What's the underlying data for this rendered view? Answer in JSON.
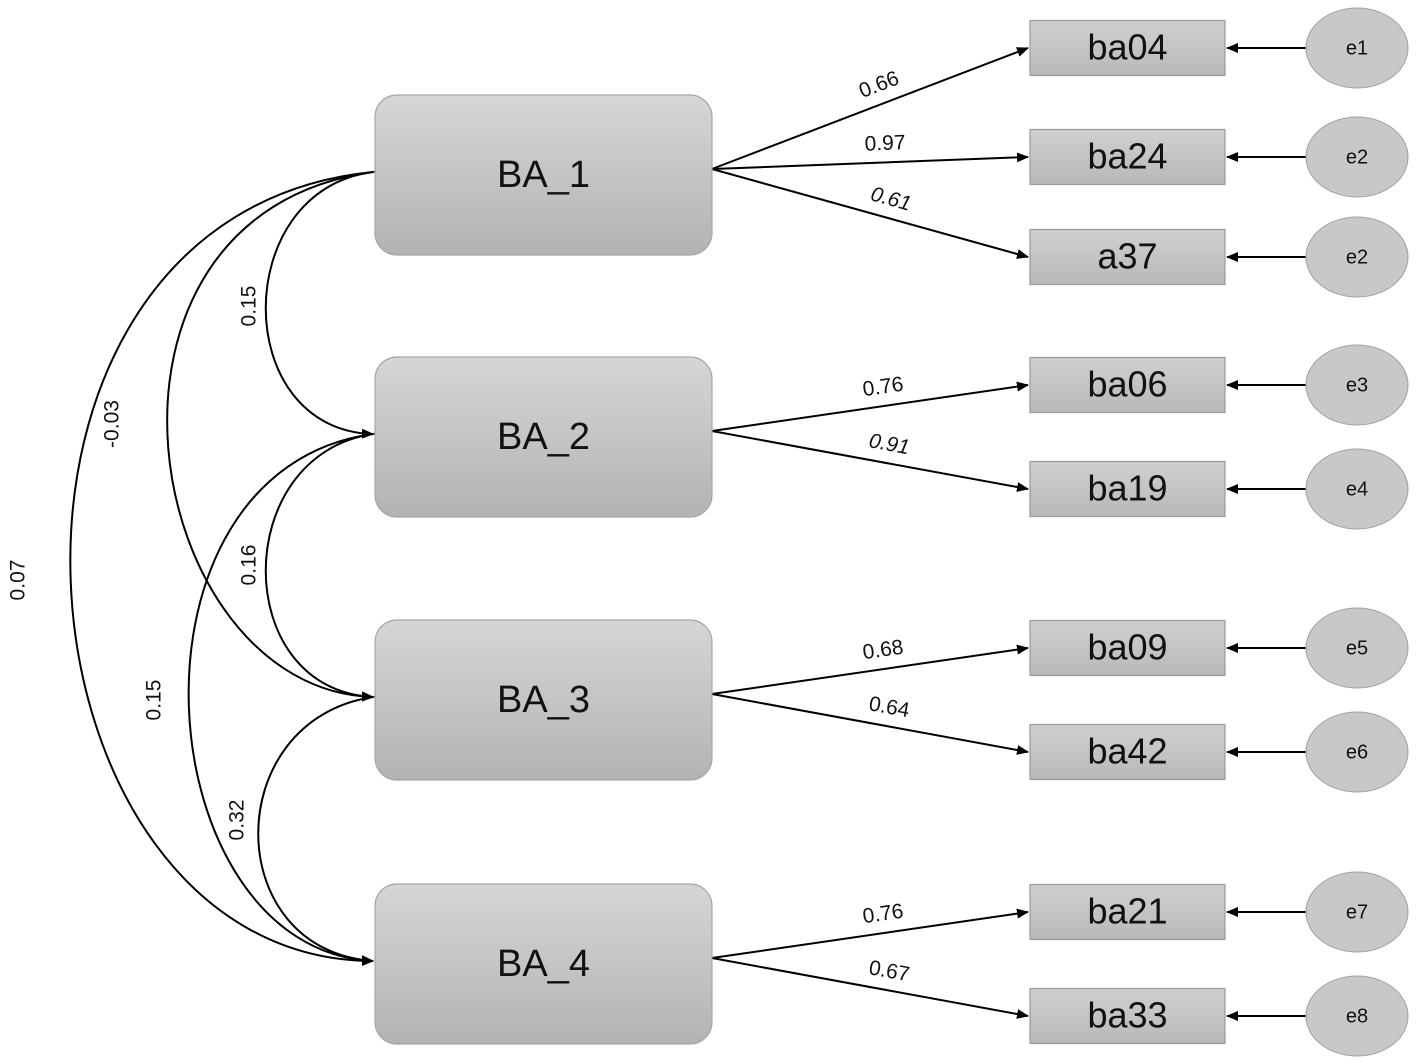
{
  "latent_factors": [
    {
      "id": "BA_1",
      "label": "BA_1"
    },
    {
      "id": "BA_2",
      "label": "BA_2"
    },
    {
      "id": "BA_3",
      "label": "BA_3"
    },
    {
      "id": "BA_4",
      "label": "BA_4"
    }
  ],
  "indicators": [
    {
      "label": "ba04",
      "factor": "BA_1",
      "loading": "0.66",
      "italic": false,
      "error": "e1"
    },
    {
      "label": "ba24",
      "factor": "BA_1",
      "loading": "0.97",
      "italic": false,
      "error": "e2"
    },
    {
      "label": "a37",
      "factor": "BA_1",
      "loading": "0.61",
      "italic": true,
      "error": "e2"
    },
    {
      "label": "ba06",
      "factor": "BA_2",
      "loading": "0.76",
      "italic": false,
      "error": "e3"
    },
    {
      "label": "ba19",
      "factor": "BA_2",
      "loading": "0.91",
      "italic": true,
      "error": "e4"
    },
    {
      "label": "ba09",
      "factor": "BA_3",
      "loading": "0.68",
      "italic": false,
      "error": "e5"
    },
    {
      "label": "ba42",
      "factor": "BA_3",
      "loading": "0.64",
      "italic": false,
      "error": "e6"
    },
    {
      "label": "ba21",
      "factor": "BA_4",
      "loading": "0.76",
      "italic": false,
      "error": "e7"
    },
    {
      "label": "ba33",
      "factor": "BA_4",
      "loading": "0.67",
      "italic": false,
      "error": "e8"
    }
  ],
  "correlations": [
    {
      "from": "BA_1",
      "to": "BA_2",
      "value": "0.15"
    },
    {
      "from": "BA_2",
      "to": "BA_3",
      "value": "0.16"
    },
    {
      "from": "BA_3",
      "to": "BA_4",
      "value": "0.32"
    },
    {
      "from": "BA_1",
      "to": "BA_3",
      "value": "-0.03"
    },
    {
      "from": "BA_2",
      "to": "BA_4",
      "value": "0.15"
    },
    {
      "from": "BA_1",
      "to": "BA_4",
      "value": "0.07"
    }
  ],
  "colors": {
    "latent_fill_top": "#d6d6d6",
    "latent_fill_bottom": "#b3b3b3",
    "latent_stroke": "#a6a6a6",
    "indicator_fill_top": "#d0d0d0",
    "indicator_fill_bottom": "#b8b8b8",
    "indicator_stroke": "#9a9a9a",
    "error_fill": "#c8c8c8",
    "error_stroke": "#a0a0a0",
    "arrow": "#000000"
  }
}
